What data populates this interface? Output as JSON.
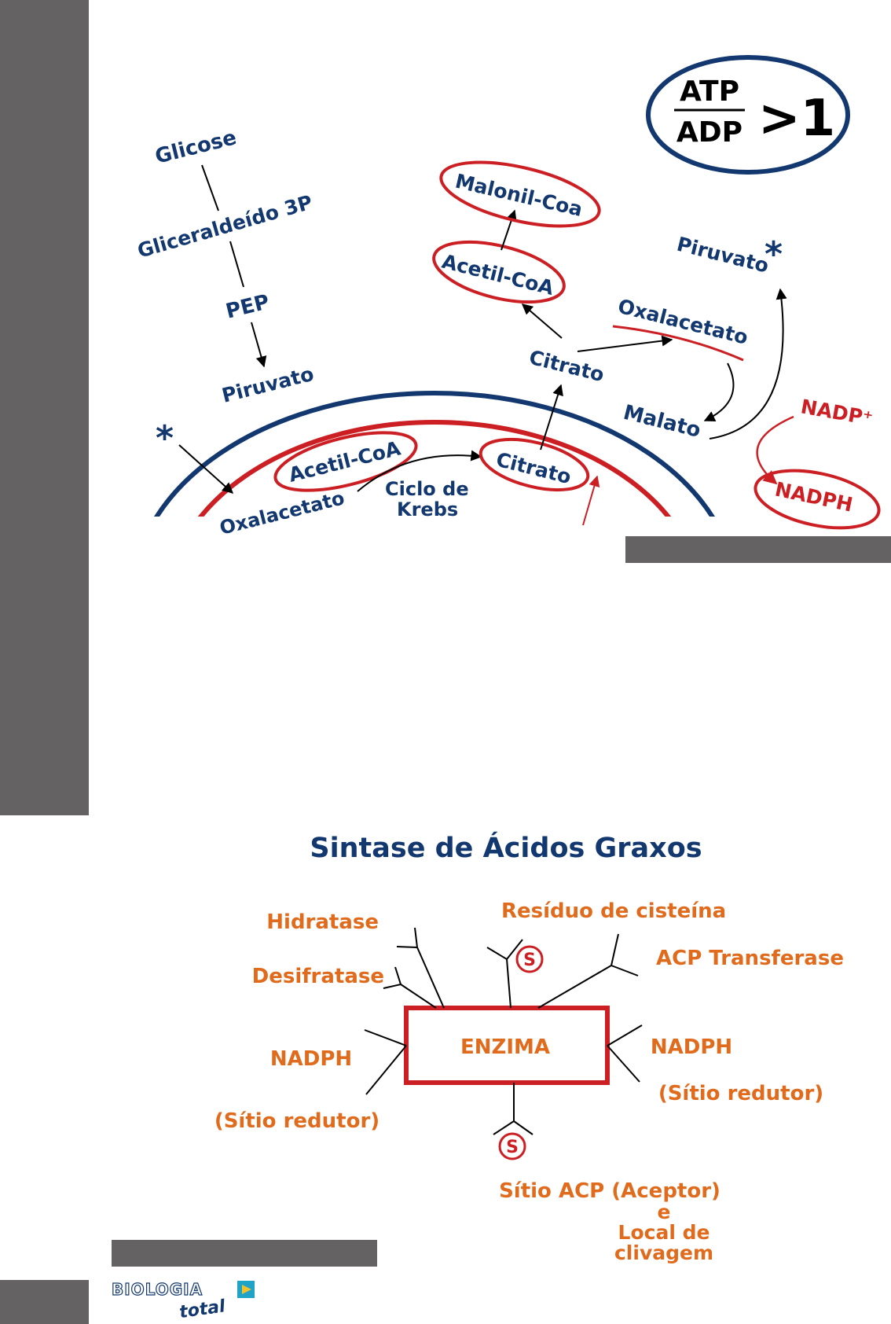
{
  "top_diagram": {
    "labels": {
      "glicose": "Glicose",
      "gliceraldeido": "Gliceraldeído 3P",
      "pep": "PEP",
      "piruvato_left": "Piruvato",
      "oxalacetato_mito": "Oxalacetato",
      "acetil_coa_mito": "Acetil-CoA",
      "citrato_mito": "Citrato",
      "ciclo_krebs_line1": "Ciclo de",
      "ciclo_krebs_line2": "Krebs",
      "citrato_cyto": "Citrato",
      "acetil_coa_cyto": "Acetil-CoA",
      "malonil_coa": "Malonil-Coa",
      "oxalacetato_cyto": "Oxalacetato",
      "malato": "Malato",
      "piruvato_right": "Piruvato",
      "nadp_plus": "NADP⁺",
      "nadph": "NADPH",
      "asterisk": "*"
    },
    "atp_ratio": {
      "numerator": "ATP",
      "denominator": "ADP",
      "value": ">1"
    }
  },
  "bottom_diagram": {
    "title": "Sintase de Ácidos Graxos",
    "enzyme": "ENZIMA",
    "sulfur": "S",
    "labels": {
      "hidratase": "Hidratase",
      "desifratase": "Desifratase",
      "residuo": "Resíduo de cisteína",
      "acp_transferase": "ACP Transferase",
      "nadph_left": "NADPH",
      "sitio_left": "(Sítio redutor)",
      "nadph_right": "NADPH",
      "sitio_right": "(Sítio redutor)",
      "sitio_acp": "Sítio ACP (Aceptor)",
      "e": "e",
      "local": "Local de",
      "clivagem": "clivagem"
    }
  },
  "logo": {
    "word1": "BIOLOGIA",
    "word2": "total"
  },
  "colors": {
    "blue": "#12386f",
    "red": "#cc1f24",
    "orange": "#e06b1c",
    "gray": "#656263"
  }
}
